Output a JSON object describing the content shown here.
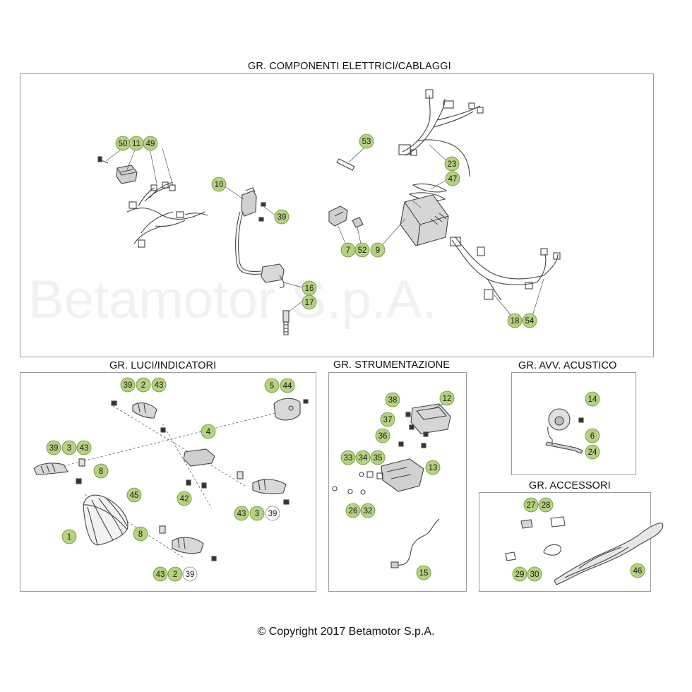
{
  "sections": {
    "electric": {
      "title": "GR. COMPONENTI ELETTRICI/CABLAGGI"
    },
    "lights": {
      "title": "GR. LUCI/INDICATORI"
    },
    "instruments": {
      "title": "GR. STRUMENTAZIONE"
    },
    "horn": {
      "title": "GR. AVV. ACUSTICO"
    },
    "accessories": {
      "title": "GR. ACCESSORI"
    }
  },
  "watermark": "Betamotor S.p.A.",
  "copyright": "© Copyright 2017 Betamotor S.p.A.",
  "callouts": {
    "electric": [
      "50",
      "11",
      "49",
      "10",
      "39",
      "16",
      "17",
      "53",
      "23",
      "47",
      "7",
      "52",
      "9",
      "18",
      "54"
    ],
    "lights": [
      "39",
      "2",
      "43",
      "5",
      "44",
      "4",
      "39",
      "3",
      "43",
      "8",
      "45",
      "42",
      "1",
      "8",
      "43",
      "3",
      "39",
      "43",
      "2",
      "39"
    ],
    "instruments": [
      "38",
      "12",
      "37",
      "36",
      "33",
      "34",
      "35",
      "13",
      "26",
      "32",
      "15"
    ],
    "horn": [
      "14",
      "6",
      "24"
    ],
    "accessories": [
      "27",
      "28",
      "29",
      "30",
      "46"
    ]
  },
  "colors": {
    "callout_fill": "#b4d27f",
    "callout_stroke": "#6f8f3d",
    "missing_fill": "#ffffff",
    "line": "#444444"
  }
}
